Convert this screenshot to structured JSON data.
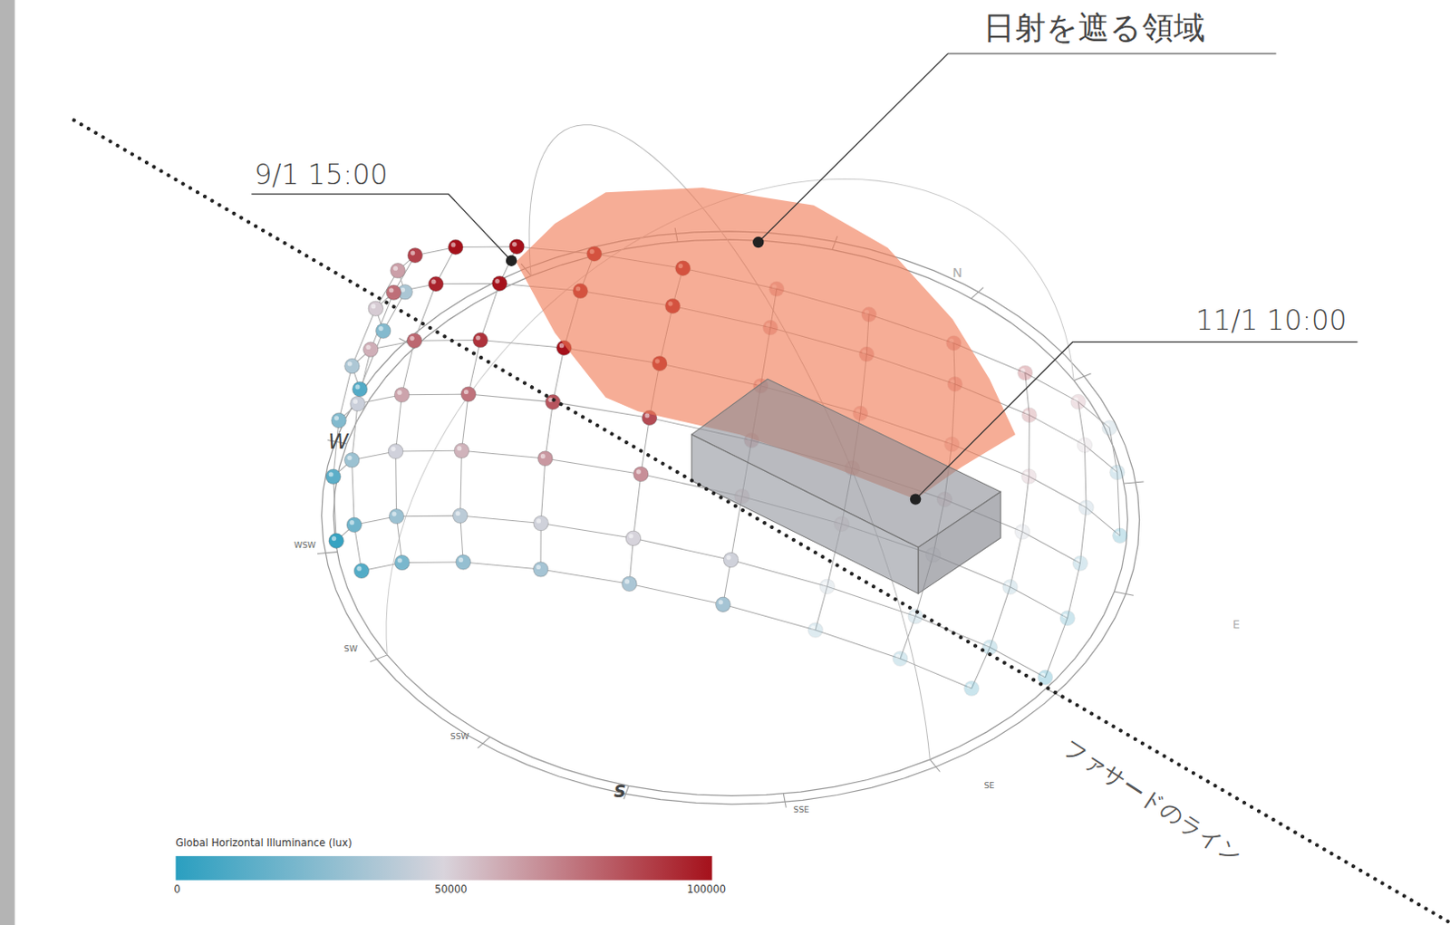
{
  "diagram": {
    "labels": [
      "日射を遮る領域",
      "9/1 15:00",
      "11/1 10:00",
      "ファサードのライン",
      "W",
      "WSW",
      "SW",
      "SSW",
      "S",
      "SSE",
      "SE",
      "E",
      "N",
      "Global Horizontal Illuminance (lux)",
      "0",
      "50000",
      "100000"
    ]
  }
}
